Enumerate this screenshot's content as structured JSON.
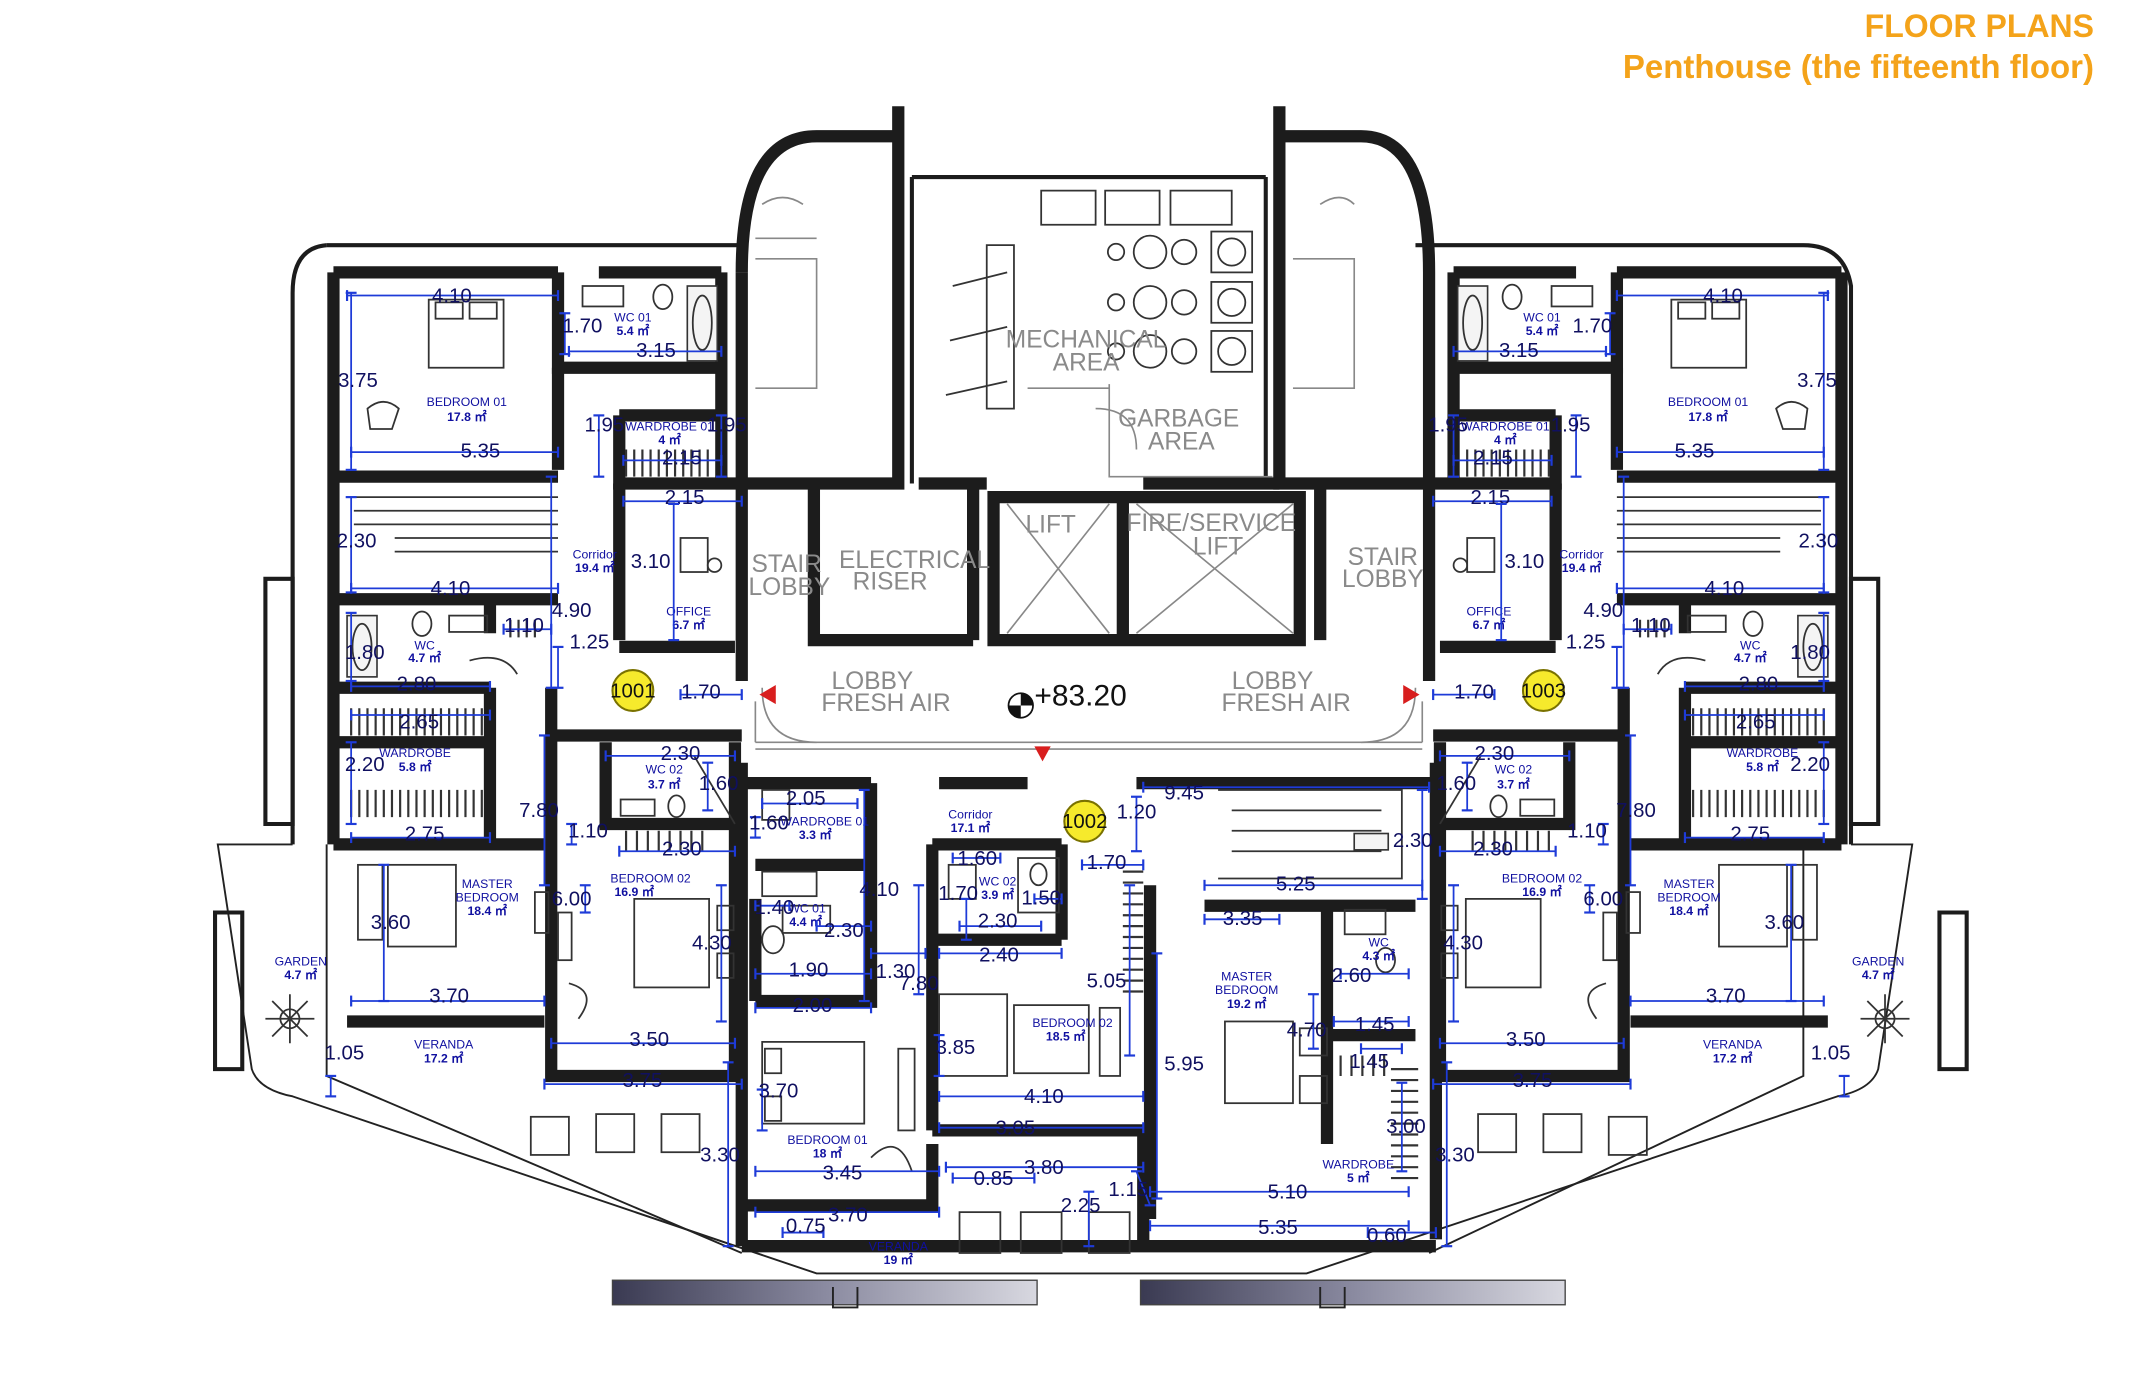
{
  "title": {
    "line1": "FLOOR PLANS",
    "line2": "Penthouse (the fifteenth floor)"
  },
  "core": {
    "mechanical_line1": "MECHANICAL",
    "mechanical_line2": "AREA",
    "garbage_line1": "GARBAGE",
    "garbage_line2": "AREA",
    "stair_left_line1": "STAIR",
    "stair_left_line2": "LOBBY",
    "stair_right_line1": "STAIR",
    "stair_right_line2": "LOBBY",
    "electrical_line1": "ELECTRICAL",
    "electrical_line2": "RISER",
    "lift": "LIFT",
    "fire_line1": "FIRE/SERVICE",
    "fire_line2": "LIFT",
    "lobby_left_line1": "LOBBY",
    "lobby_left_line2": "FRESH AIR",
    "lobby_right_line1": "LOBBY",
    "lobby_right_line2": "FRESH AIR",
    "elevation": "+83.20"
  },
  "apartments": {
    "a1001": "1001",
    "a1002": "1002",
    "a1003": "1003"
  },
  "rooms": {
    "left": {
      "bedroom01": {
        "name": "BEDROOM 01",
        "area": "17.8 ㎡"
      },
      "wc01": {
        "name": "WC 01",
        "area": "5.4 ㎡"
      },
      "wardrobe01": {
        "name": "WARDROBE 01",
        "area": "4 ㎡"
      },
      "corridor": {
        "name": "Corridor",
        "area": "19.4 ㎡"
      },
      "office": {
        "name": "OFFICE",
        "area": "6.7 ㎡"
      },
      "wc": {
        "name": "WC",
        "area": "4.7 ㎡"
      },
      "wardrobe": {
        "name": "WARDROBE",
        "area": "5.8 ㎡"
      },
      "wc02": {
        "name": "WC 02",
        "area": "3.7 ㎡"
      },
      "bedroom02": {
        "name": "BEDROOM 02",
        "area": "16.9 ㎡"
      },
      "master_line1": "MASTER",
      "master_line2": "BEDROOM",
      "master_area": "18.4 ㎡",
      "garden": {
        "name": "GARDEN",
        "area": "4.7 ㎡"
      },
      "veranda": {
        "name": "VERANDA",
        "area": "17.2 ㎡"
      }
    },
    "middle": {
      "wardrobe01": {
        "name": "WARDROBE 01",
        "area": "3.3 ㎡"
      },
      "wc01": {
        "name": "WC 01",
        "area": "4.4 ㎡"
      },
      "corridor": {
        "name": "Corridor",
        "area": "17.1 ㎡"
      },
      "wc02": {
        "name": "WC 02",
        "area": "3.9 ㎡"
      },
      "bedroom02": {
        "name": "BEDROOM 02",
        "area": "18.5 ㎡"
      },
      "bedroom01": {
        "name": "BEDROOM 01",
        "area": "18 ㎡"
      },
      "veranda": {
        "name": "VERANDA",
        "area": "19 ㎡"
      },
      "master_line1": "MASTER",
      "master_line2": "BEDROOM",
      "master_area": "19.2 ㎡",
      "wc": {
        "name": "WC",
        "area": "4.3 ㎡"
      },
      "wardrobe": {
        "name": "WARDROBE",
        "area": "5 ㎡"
      }
    },
    "right": {
      "bedroom01": {
        "name": "BEDROOM 01",
        "area": "17.8 ㎡"
      },
      "wc01": {
        "name": "WC 01",
        "area": "5.4 ㎡"
      },
      "wardrobe01": {
        "name": "WARDROBE 01",
        "area": "4 ㎡"
      },
      "corridor": {
        "name": "Corridor",
        "area": "19.4 ㎡"
      },
      "office": {
        "name": "OFFICE",
        "area": "6.7 ㎡"
      },
      "wc": {
        "name": "WC",
        "area": "4.7 ㎡"
      },
      "wardrobe": {
        "name": "WARDROBE",
        "area": "5.8 ㎡"
      },
      "wc02": {
        "name": "WC 02",
        "area": "3.7 ㎡"
      },
      "bedroom02": {
        "name": "BEDROOM 02",
        "area": "16.9 ㎡"
      },
      "master_line1": "MASTER",
      "master_line2": "BEDROOM",
      "master_area": "18.4 ㎡",
      "garden": {
        "name": "GARDEN",
        "area": "4.7 ㎡"
      },
      "veranda": {
        "name": "VERANDA",
        "area": "17.2 ㎡"
      }
    }
  },
  "dimensions": {
    "left": [
      "4.10",
      "1.70",
      "3.15",
      "3.75",
      "1.95",
      "1.95",
      "5.35",
      "2.15",
      "2.15",
      "2.30",
      "3.10",
      "4.10",
      "4.90",
      "1.25",
      "1.10",
      "1.80",
      "2.80",
      "2.65",
      "2.20",
      "1.70",
      "2.30",
      "1.60",
      "2.75",
      "7.80",
      "1.10",
      "2.30",
      "6.00",
      "3.60",
      "4.30",
      "3.70",
      "3.50",
      "1.05",
      "3.75",
      "3.30"
    ],
    "middle": [
      "2.05",
      "1.60",
      "4.10",
      "1.40",
      "2.30",
      "1.90",
      "1.30",
      "2.00",
      "7.80",
      "3.70",
      "3.45",
      "3.70",
      "0.75",
      "1.60",
      "1.70",
      "1.50",
      "2.30",
      "2.40",
      "3.85",
      "4.10",
      "3.05",
      "0.85",
      "3.80",
      "2.25",
      "9.45",
      "1.20",
      "1.70",
      "5.05",
      "2.30",
      "5.25",
      "3.35",
      "4.70",
      "2.60",
      "1.45",
      "1.45",
      "5.95",
      "3.00",
      "1.15",
      "5.10",
      "5.35",
      "0.60"
    ],
    "right": [
      "4.10",
      "1.70",
      "3.15",
      "3.75",
      "1.95",
      "1.95",
      "5.35",
      "2.15",
      "2.15",
      "2.30",
      "3.10",
      "4.10",
      "4.90",
      "1.25",
      "1.10",
      "1.80",
      "2.80",
      "2.65",
      "2.20",
      "1.70",
      "2.30",
      "1.60",
      "2.75",
      "7.80",
      "1.10",
      "2.30",
      "6.00",
      "3.60",
      "4.30",
      "3.70",
      "3.50",
      "1.05",
      "3.75",
      "3.30"
    ]
  }
}
